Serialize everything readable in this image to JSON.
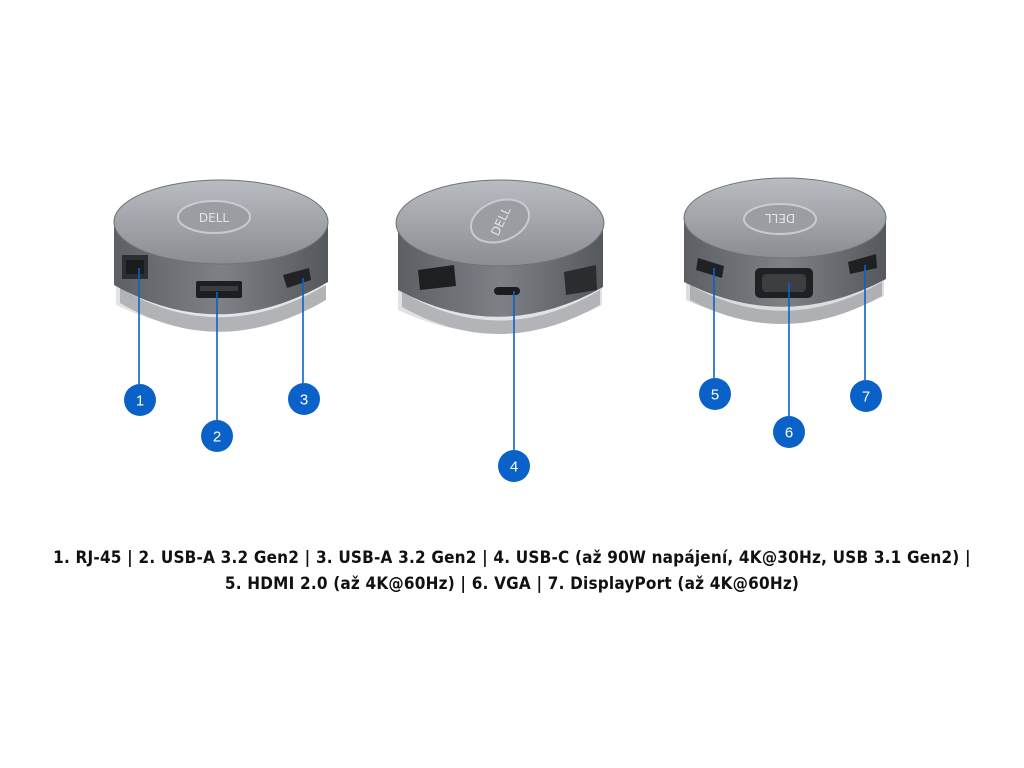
{
  "product": {
    "logo_text": "DELL",
    "accent_color": "#0a62c9",
    "body_color": "#8c8f94"
  },
  "callouts": [
    {
      "number": "1",
      "port": "RJ-45"
    },
    {
      "number": "2",
      "port": "USB-A 3.2 Gen2"
    },
    {
      "number": "3",
      "port": "USB-A 3.2 Gen2"
    },
    {
      "number": "4",
      "port": "USB-C (až 90W napájení, 4K@30Hz, USB 3.1 Gen2)"
    },
    {
      "number": "5",
      "port": "HDMI 2.0 (až 4K@60Hz)"
    },
    {
      "number": "6",
      "port": "VGA"
    },
    {
      "number": "7",
      "port": "DisplayPort (až 4K@60Hz)"
    }
  ],
  "caption": {
    "line1": "1. RJ-45 | 2. USB-A 3.2 Gen2 | 3. USB-A 3.2 Gen2 | 4. USB-C (až 90W napájení, 4K@30Hz, USB 3.1 Gen2) |",
    "line2": "5. HDMI 2.0 (až 4K@60Hz) | 6. VGA | 7. DisplayPort (až 4K@60Hz)"
  }
}
